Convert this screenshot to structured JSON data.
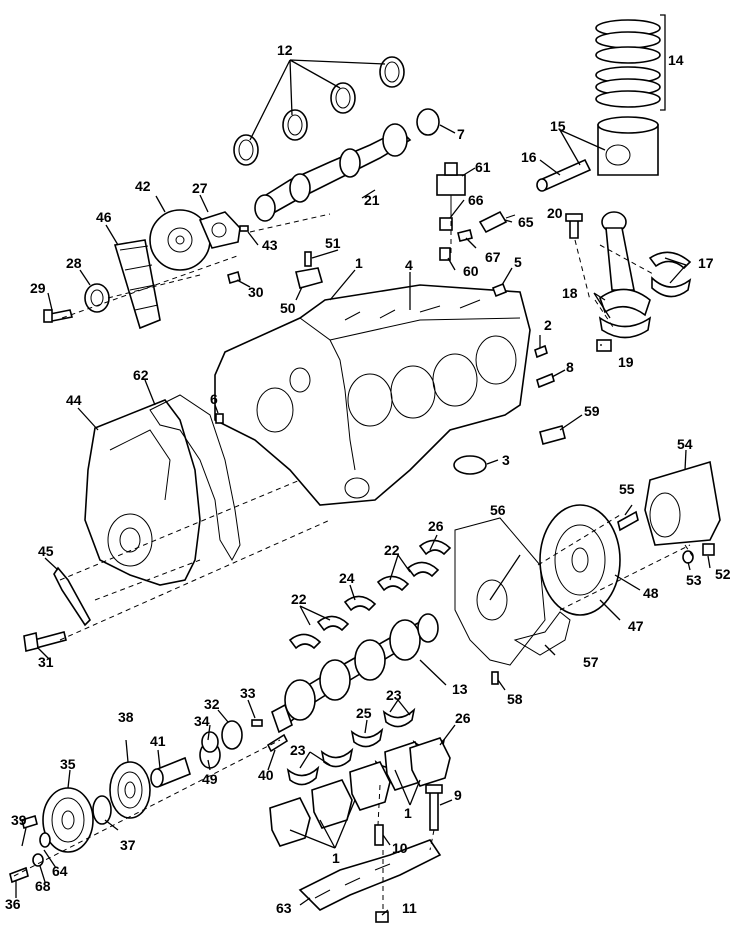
{
  "callouts": [
    "1",
    "2",
    "3",
    "4",
    "5",
    "6",
    "7",
    "8",
    "9",
    "10",
    "11",
    "12",
    "13",
    "14",
    "15",
    "16",
    "17",
    "18",
    "19",
    "20",
    "21",
    "22",
    "23",
    "24",
    "25",
    "26",
    "27",
    "28",
    "29",
    "30",
    "31",
    "32",
    "33",
    "34",
    "35",
    "36",
    "37",
    "38",
    "39",
    "40",
    "41",
    "42",
    "43",
    "44",
    "45",
    "46",
    "47",
    "48",
    "49",
    "50",
    "51",
    "52",
    "53",
    "54",
    "55",
    "56",
    "57",
    "58",
    "59",
    "60",
    "61",
    "62",
    "63",
    "64",
    "65",
    "66",
    "67",
    "68"
  ],
  "parts": [
    "engine-block",
    "cylinder-head-gasket",
    "camshaft",
    "camshaft-bearing",
    "piston-rings",
    "piston",
    "piston-pin",
    "connecting-rod",
    "rod-bearing",
    "rod-bolt",
    "rod-nut",
    "crankshaft",
    "main-bearing",
    "thrust-bearing",
    "main-bearing-cap",
    "timing-gear",
    "timing-chain",
    "crank-sprocket",
    "timing-cover",
    "front-gasket",
    "oil-slinger",
    "harmonic-balancer",
    "crank-pulley",
    "flywheel",
    "flywheel-housing",
    "rear-plate",
    "oil-pressure-sender",
    "temperature-sender",
    "oil-pan-baffle",
    "rear-seal-retainer"
  ]
}
